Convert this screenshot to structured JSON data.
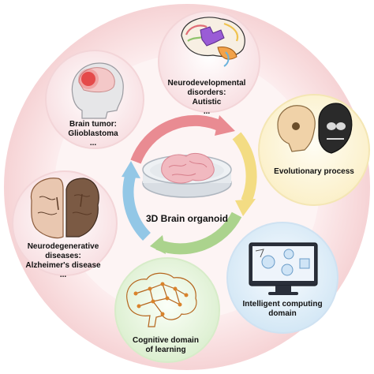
{
  "center": {
    "title": "3D Brain organoid"
  },
  "topics": {
    "neurodevelopmental": {
      "line1": "Neurodevelopmental",
      "line2": "disorders:",
      "line3": "Autistic",
      "line4": "..."
    },
    "evolutionary": {
      "line1": "Evolutionary process"
    },
    "intelligent": {
      "line1": "Intelligent computing",
      "line2": "domain"
    },
    "cognitive": {
      "line1": "Cognitive domain",
      "line2": "of learning"
    },
    "neurodegenerative": {
      "line1": "Neurodegenerative",
      "line2": "diseases:",
      "line3": "Alzheimer's disease",
      "line4": "..."
    },
    "brain_tumor": {
      "line1": "Brain tumor:",
      "line2": "Glioblastoma",
      "line3": "..."
    }
  },
  "colors": {
    "outer_ring": "#f6dada",
    "arrow_red": "#e47f86",
    "arrow_yellow": "#f2dc7a",
    "arrow_green": "#a9cf8a",
    "arrow_blue": "#8cc3e3",
    "circle_pink": "#fbe6e8",
    "circle_yellow": "#fdf5d6",
    "circle_green": "#e6f3dc",
    "circle_blue": "#dcecf7"
  },
  "icons": [
    "brain-anatomy-icon",
    "brain-tumor-head-icon",
    "skull-evolution-icon",
    "computer-monitor-icon",
    "network-brain-icon",
    "brain-slice-icon",
    "petri-dish-organoid-icon"
  ]
}
